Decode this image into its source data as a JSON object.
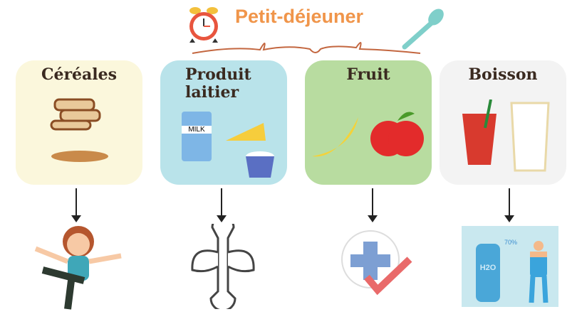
{
  "header": {
    "title": "Petit-déjeuner"
  },
  "cards": [
    {
      "label": "Céréales",
      "color": "#fbf7dc"
    },
    {
      "label": "Produit laitier",
      "color": "#b9e3ea"
    },
    {
      "label": "Fruit",
      "color": "#b8dca0"
    },
    {
      "label": "Boisson",
      "color": "#f3f3f3"
    }
  ],
  "labels": {
    "milk": "MILK",
    "h2o": "H2O",
    "percent": "70%"
  }
}
